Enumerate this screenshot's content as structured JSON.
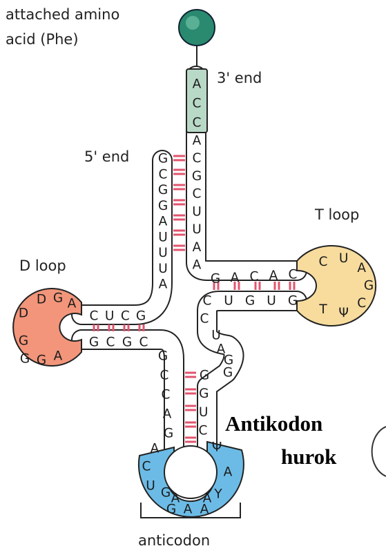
{
  "labels": {
    "amino_acid_line1": "attached amino",
    "amino_acid_line2": "acid (Phe)",
    "three_prime_end": "3' end",
    "five_prime_end": "5' end",
    "d_loop": "D loop",
    "t_loop": "T loop",
    "anticodon": "anticodon",
    "anticodon_loop_line1": "Antikodon",
    "anticodon_loop_line2": "hurok"
  },
  "colors": {
    "amino_acid_ball": "#2a8a70",
    "acceptor_tail": "#b9d9c7",
    "d_loop": "#f2957a",
    "t_loop": "#f7dc9e",
    "anticodon_loop": "#6cbbe6",
    "base_pair_bond": "#e0546e"
  },
  "sequence": {
    "acceptor_tail": [
      "A",
      "C",
      "C"
    ],
    "acceptor_3prime_stem": [
      "A",
      "C",
      "G",
      "C",
      "U",
      "U",
      "A",
      "A"
    ],
    "acceptor_5prime_stem": [
      "G",
      "C",
      "G",
      "G",
      "A",
      "U",
      "U",
      "U",
      "A"
    ],
    "d_stem_top": [
      "C",
      "U",
      "C",
      "G"
    ],
    "d_stem_bottom": [
      "G",
      "C",
      "G",
      "C"
    ],
    "d_loop": [
      "A",
      "G",
      "D",
      "D",
      "G",
      "G",
      "G",
      "A"
    ],
    "t_stem_top": [
      "G",
      "A",
      "C",
      "A",
      "C"
    ],
    "t_stem_bottom": [
      "C",
      "U",
      "G",
      "U",
      "G"
    ],
    "t_loop": [
      "C",
      "U",
      "A",
      "G",
      "C",
      "Ψ",
      "T"
    ],
    "variable_loop": [
      "C",
      "U",
      "A",
      "G",
      "G"
    ],
    "anticodon_stem_left": [
      "G",
      "C",
      "C",
      "A",
      "G"
    ],
    "anticodon_stem_right": [
      "G",
      "G",
      "U",
      "C"
    ],
    "anticodon_loop": [
      "A",
      "C",
      "U",
      "G",
      "A",
      "A",
      "Y",
      "A",
      "Ψ"
    ],
    "anticodon_bases": [
      "G",
      "A",
      "A"
    ]
  }
}
